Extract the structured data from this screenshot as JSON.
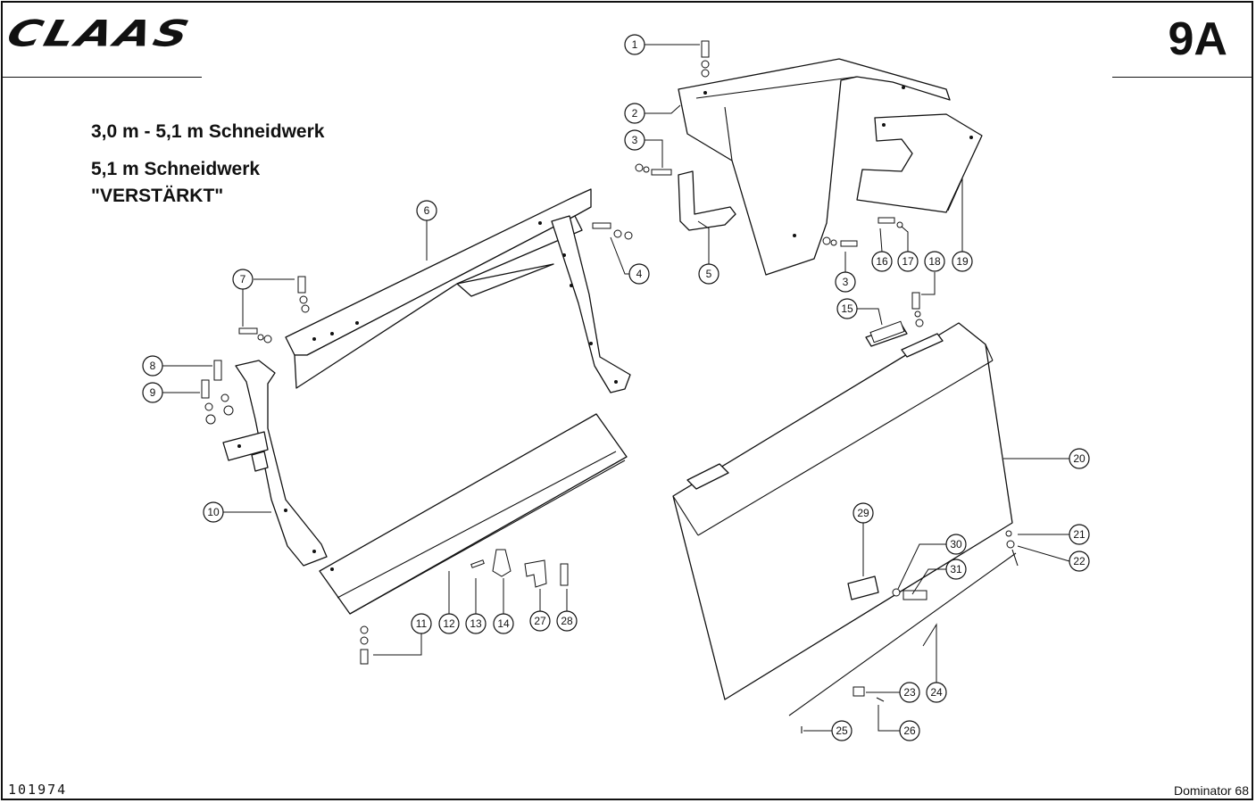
{
  "header": {
    "logo": "CLAAS",
    "sheet_number": "9A"
  },
  "titles": {
    "line1": "3,0 m - 5,1 m Schneidwerk",
    "line2": "5,1 m Schneidwerk",
    "line3": "\"VERSTÄRKT\""
  },
  "footer": {
    "doc_number": "101974",
    "model": "Dominator 68"
  },
  "callouts": [
    "1",
    "2",
    "3",
    "3",
    "4",
    "5",
    "6",
    "7",
    "8",
    "9",
    "10",
    "11",
    "12",
    "13",
    "14",
    "15",
    "16",
    "17",
    "18",
    "19",
    "20",
    "21",
    "22",
    "23",
    "24",
    "25",
    "26",
    "27",
    "28",
    "29",
    "30",
    "31"
  ]
}
